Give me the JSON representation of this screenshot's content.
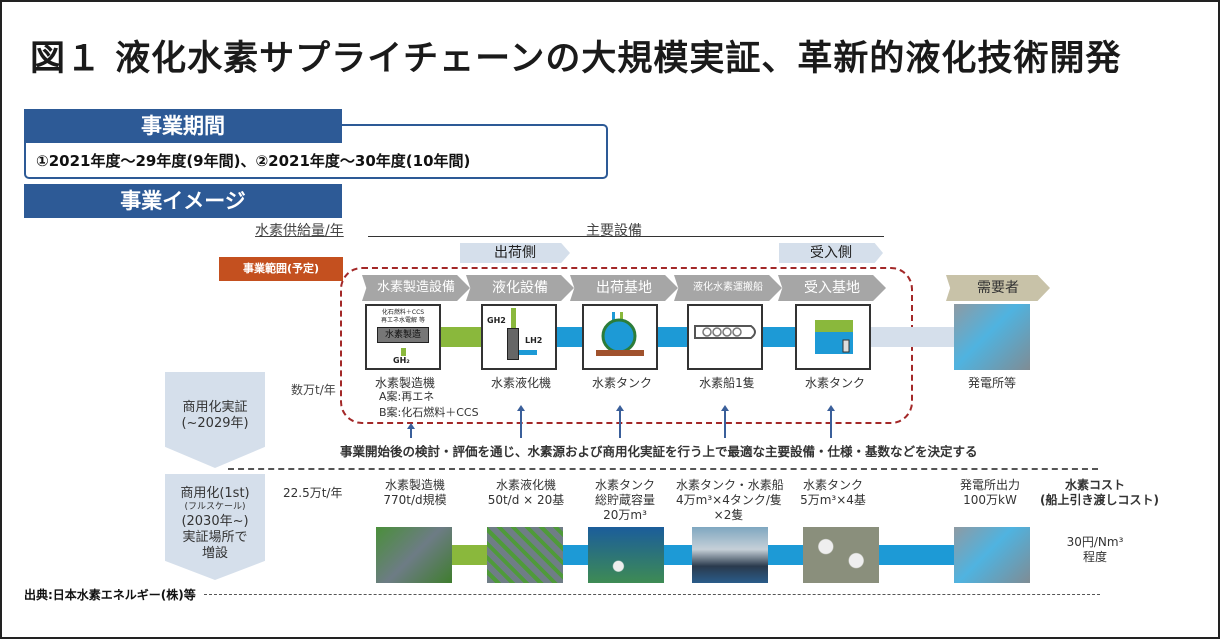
{
  "title": "図１ 液化水素サプライチェーンの大規模実証、革新的液化技術開発",
  "period": {
    "header": "事業期間",
    "text": "①2021年度～29年度(9年間)、②2021年度～30年度(10年間)"
  },
  "image_section": {
    "header": "事業イメージ"
  },
  "columns": {
    "supply_label": "水素供給量/年",
    "main_equipment_label": "主要設備",
    "shipping_side": "出荷側",
    "receiving_side": "受入側"
  },
  "scope_tag": "事業範囲(予定)",
  "steps": [
    {
      "label": "水素製造設備"
    },
    {
      "label": "液化設備"
    },
    {
      "label": "出荷基地"
    },
    {
      "label": "液化水素運搬船"
    },
    {
      "label": "受入基地"
    },
    {
      "label": "需要者"
    }
  ],
  "icons": {
    "production_small_lines": [
      "化石燃料＋CCS",
      "再エネ水電解 等"
    ],
    "production_inner": "水素製造",
    "production_gh2": "GH₂",
    "liquefier_gh2": "GH2",
    "liquefier_lh2": "LH2"
  },
  "phase1": {
    "label": "商用化実証",
    "period": "(~2029年)",
    "supply": "数万t/年",
    "captions": [
      "水素製造機",
      "水素液化機",
      "水素タンク",
      "水素船1隻",
      "水素タンク",
      "発電所等"
    ],
    "production_options": [
      "A案:再エネ",
      "B案:化石燃料＋CCS"
    ]
  },
  "note": "事業開始後の検討・評価を通じ、水素源および商用化実証を行う上で最適な主要設備・仕様・基数などを決定する",
  "phase2": {
    "label": "商用化(1st)",
    "sub": "(フルスケール)",
    "period": "(2030年~)",
    "location": "実証場所で",
    "expand": "増設",
    "supply": "22.5万t/年",
    "specs": [
      [
        "水素製造機",
        "770t/d規模"
      ],
      [
        "水素液化機",
        "50t/d × 20基"
      ],
      [
        "水素タンク",
        "総貯蔵容量",
        "20万m³"
      ],
      [
        "水素タンク・水素船",
        "4万m³×4タンク/隻",
        "×2隻"
      ],
      [
        "水素タンク",
        "5万m³×4基"
      ],
      [
        "発電所出力",
        "100万kW"
      ]
    ],
    "cost_label": [
      "水素コスト",
      "(船上引き渡しコスト)"
    ],
    "cost_value": [
      "30円/Nm³",
      "程度"
    ]
  },
  "source": "出典:日本水素エネルギー(株)等",
  "colors": {
    "header_blue": "#2d5a96",
    "scope_orange": "#c4501f",
    "scope_border": "#a32828",
    "gh2_green": "#8ab83c",
    "lh2_blue": "#1d9ad6",
    "step_gray": "#a6a6a6"
  }
}
